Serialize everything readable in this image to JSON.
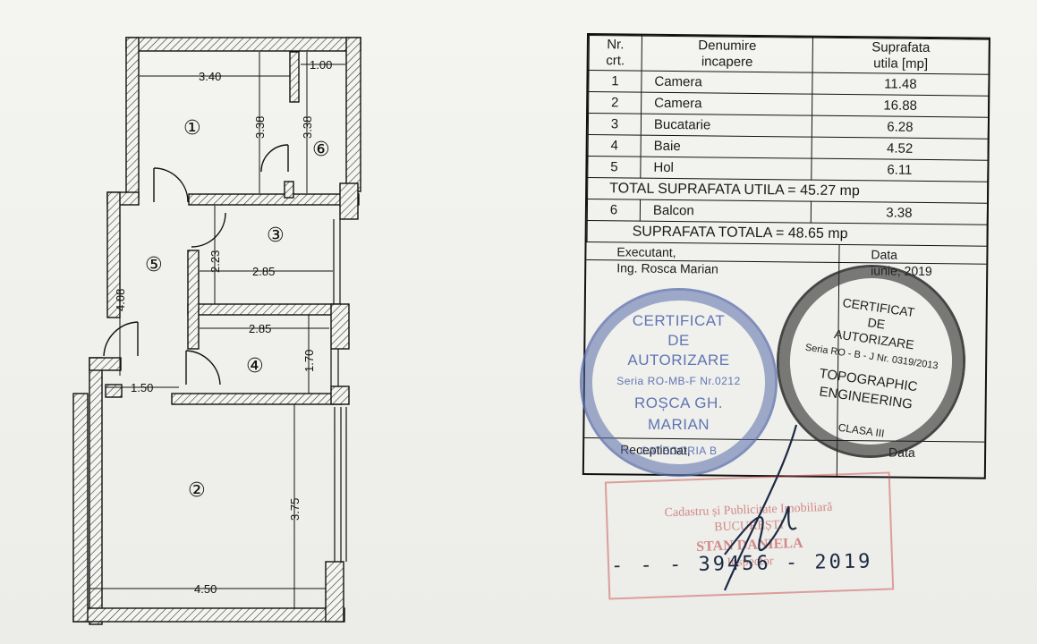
{
  "plan": {
    "rooms": [
      "①",
      "②",
      "③",
      "④",
      "⑤",
      "⑥"
    ],
    "dimensions": {
      "d340": "3.40",
      "d100": "1.00",
      "d338a": "3.38",
      "d338b": "3.38",
      "d223": "2.23",
      "d285a": "2.85",
      "d285b": "2.85",
      "d408": "4.08",
      "d170": "1.70",
      "d150": "1.50",
      "d375": "3.75",
      "d450": "4.50"
    }
  },
  "table": {
    "headers": {
      "nr_line1": "Nr.",
      "nr_line2": "crt.",
      "name_line1": "Denumire",
      "name_line2": "incapere",
      "area_line1": "Suprafata",
      "area_line2": "utila [mp]"
    },
    "rows": [
      {
        "nr": "1",
        "name": "Camera",
        "area": "11.48"
      },
      {
        "nr": "2",
        "name": "Camera",
        "area": "16.88"
      },
      {
        "nr": "3",
        "name": "Bucatarie",
        "area": "6.28"
      },
      {
        "nr": "4",
        "name": "Baie",
        "area": "4.52"
      },
      {
        "nr": "5",
        "name": "Hol",
        "area": "6.11"
      }
    ],
    "total_utila": "TOTAL SUPRAFATA UTILA = 45.27 mp",
    "balcon": {
      "nr": "6",
      "name": "Balcon",
      "area": "3.38"
    },
    "total": "SUPRAFATA TOTALA = 48.65 mp",
    "executant_label": "Executant,",
    "executant_name": "Ing. Rosca Marian",
    "data_label": "Data",
    "data_value": "iunie, 2019",
    "receptionat_label": "Receptionat,",
    "receptionat_data": "Data"
  },
  "stamp_blue": [
    "CERTIFICAT",
    "DE",
    "AUTORIZARE",
    "Seria RO-MB-F Nr.0212",
    "ROȘCA GH.",
    "MARIAN",
    "CATEGORIA B"
  ],
  "stamp_black": [
    "CERTIFICAT",
    "DE",
    "AUTORIZARE",
    "Seria RO - B - J  Nr. 0319/2013",
    "TOPOGRAPHIC",
    "ENGINEERING",
    "CLASA III"
  ],
  "stamp_red": [
    "Cadastru și Publicitate Imobiliară",
    "BUCUREȘTI",
    "STAN DANIELA",
    "Inspector"
  ],
  "registration_number": "- - - 39456 - 2019",
  "colors": {
    "stamp_blue": "#4a60a8",
    "stamp_red": "#c84646",
    "ink": "#1d2a44"
  }
}
